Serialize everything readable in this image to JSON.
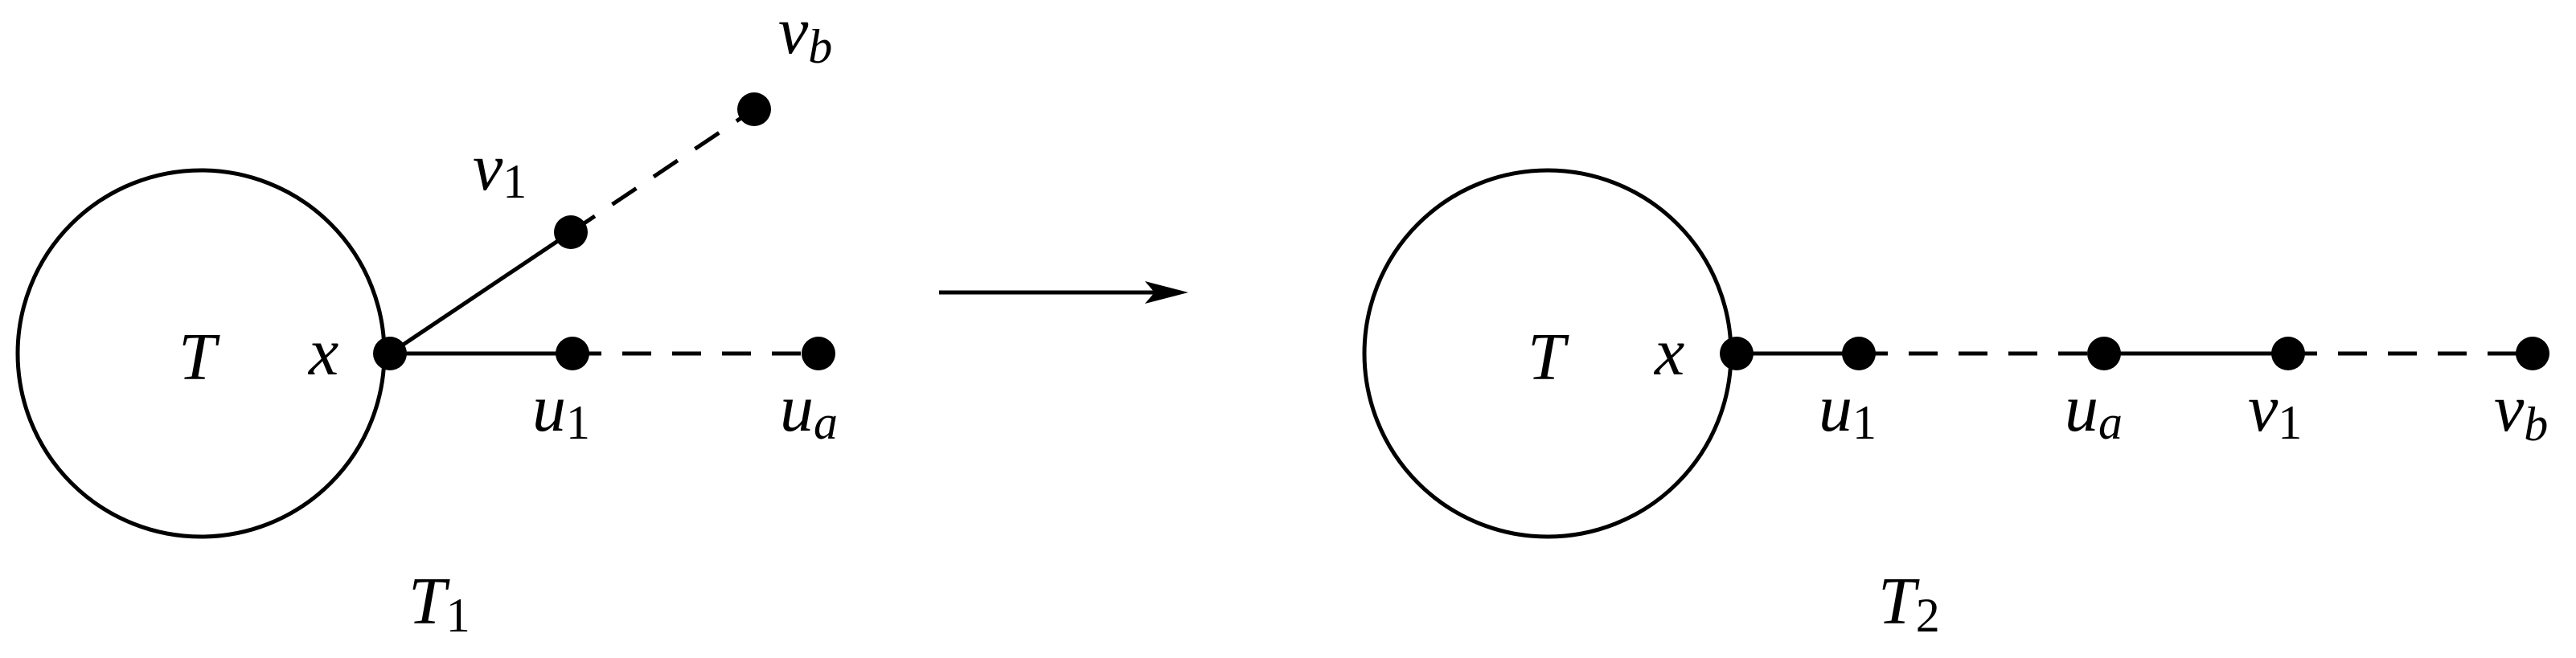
{
  "left": {
    "tree": "T",
    "root": "x",
    "v1": {
      "base": "v",
      "sub": "1"
    },
    "vb": {
      "base": "v",
      "sub": "b"
    },
    "u1": {
      "base": "u",
      "sub": "1"
    },
    "ua": {
      "base": "u",
      "sub": "a"
    },
    "caption": {
      "base": "T",
      "sub": "1"
    }
  },
  "right": {
    "tree": "T",
    "root": "x",
    "u1": {
      "base": "u",
      "sub": "1"
    },
    "ua": {
      "base": "u",
      "sub": "a"
    },
    "v1": {
      "base": "v",
      "sub": "1"
    },
    "vb": {
      "base": "v",
      "sub": "b"
    },
    "caption": {
      "base": "T",
      "sub": "2"
    }
  }
}
